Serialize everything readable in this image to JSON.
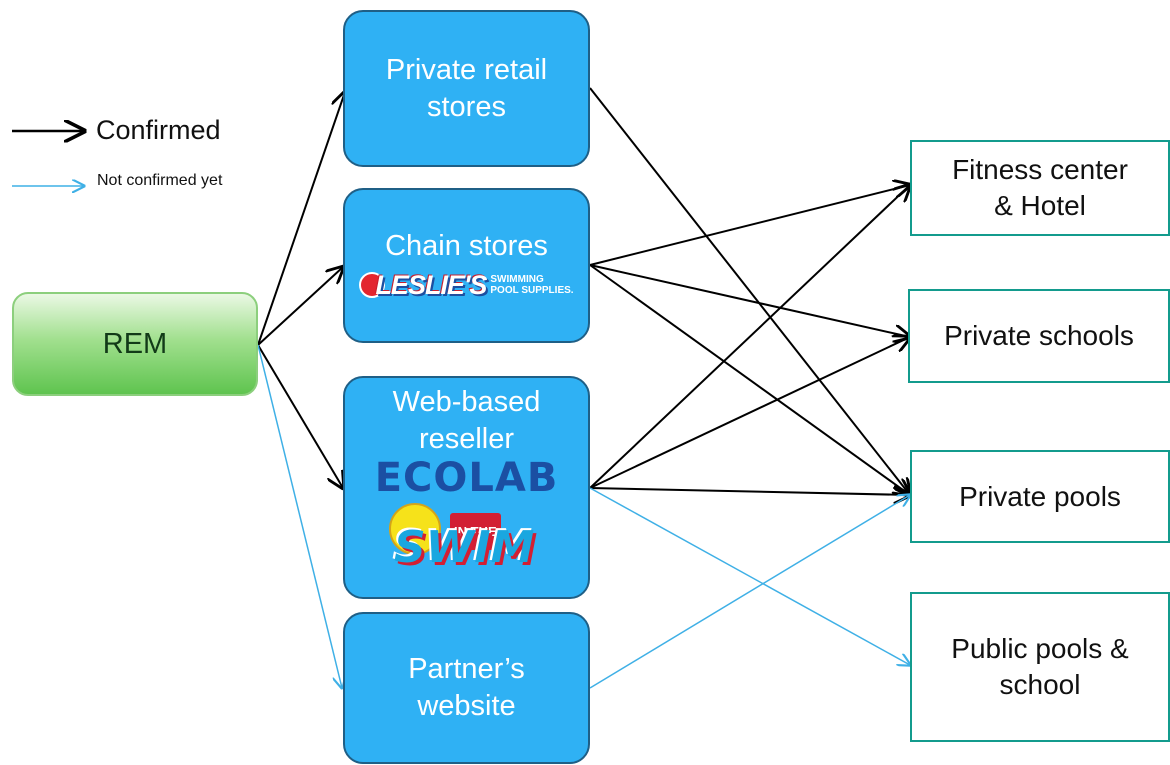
{
  "legend": {
    "confirmed": "Confirmed",
    "not_confirmed": "Not confirmed yet"
  },
  "colors": {
    "confirmed_edge": "#000000",
    "unconfirmed_edge": "#3fb0e6",
    "channel_fill": "#2fb1f4",
    "target_border": "#139b8d"
  },
  "source": {
    "label": "REM"
  },
  "channels": {
    "retail": {
      "label": "Private retail\nstores"
    },
    "chain": {
      "label": "Chain stores",
      "logo_main": "LESLIE'S",
      "logo_sub": "SWIMMING\nPOOL SUPPLIES."
    },
    "web": {
      "label": "Web-based\nreseller",
      "logo1": "ECOLAB",
      "logo2_top": "IN THE",
      "logo2_main": "SWIM"
    },
    "partner": {
      "label": "Partner’s\nwebsite"
    }
  },
  "targets": {
    "fitness": {
      "label": "Fitness center\n& Hotel"
    },
    "schools": {
      "label": "Private schools"
    },
    "pools": {
      "label": "Private pools"
    },
    "public": {
      "label": "Public pools &\nschool"
    }
  },
  "edges": [
    {
      "from": "REM",
      "to": "Private retail stores",
      "status": "confirmed"
    },
    {
      "from": "REM",
      "to": "Chain stores",
      "status": "confirmed"
    },
    {
      "from": "REM",
      "to": "Web-based reseller",
      "status": "confirmed"
    },
    {
      "from": "REM",
      "to": "Partner’s website",
      "status": "not confirmed"
    },
    {
      "from": "Private retail stores",
      "to": "Private pools",
      "status": "confirmed"
    },
    {
      "from": "Chain stores",
      "to": "Fitness center & Hotel",
      "status": "confirmed"
    },
    {
      "from": "Chain stores",
      "to": "Private schools",
      "status": "confirmed"
    },
    {
      "from": "Chain stores",
      "to": "Private pools",
      "status": "confirmed"
    },
    {
      "from": "Web-based reseller",
      "to": "Fitness center & Hotel",
      "status": "confirmed"
    },
    {
      "from": "Web-based reseller",
      "to": "Private schools",
      "status": "confirmed"
    },
    {
      "from": "Web-based reseller",
      "to": "Private pools",
      "status": "confirmed"
    },
    {
      "from": "Web-based reseller",
      "to": "Public pools & school",
      "status": "not confirmed"
    },
    {
      "from": "Partner’s website",
      "to": "Private pools",
      "status": "not confirmed"
    }
  ]
}
